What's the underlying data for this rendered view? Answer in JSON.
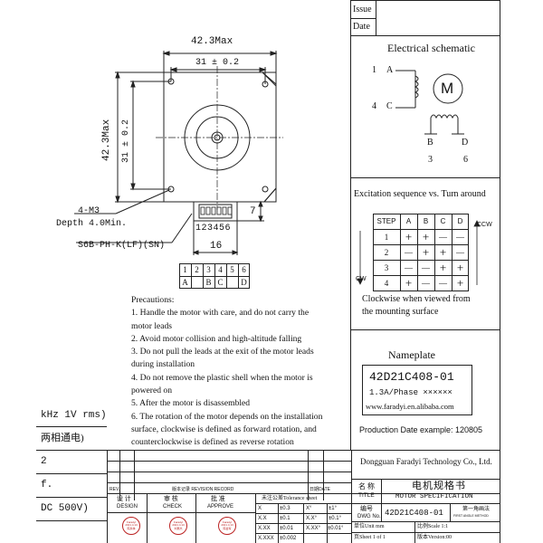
{
  "header": {
    "issue": "Issue",
    "date": "Date"
  },
  "drawing": {
    "dim_width_max": "42.3Max",
    "dim_hole_h": "31 ± 0.2",
    "dim_height_max": "42.3Max",
    "dim_hole_v": "31 ± 0.2",
    "dim_7": "7",
    "dim_16": "16",
    "screw_label": "4-M3",
    "depth_label": "Depth 4.0Min.",
    "connector_label": "S6B-PH-K(LF)(SN)",
    "pin_numbers": "123456",
    "pin_table_top": [
      "1",
      "2",
      "3",
      "4",
      "5",
      "6"
    ],
    "pin_table_bottom": [
      "A",
      "",
      "B",
      "C",
      "",
      "D"
    ]
  },
  "schematic": {
    "title": "Electrical schematic",
    "motor": "M",
    "left_top_num": "1",
    "left_top_letter": "A",
    "left_bot_num": "4",
    "left_bot_letter": "C",
    "bot_left_letter": "B",
    "bot_right_letter": "D",
    "bot_left_num": "3",
    "bot_right_num": "6"
  },
  "excitation": {
    "title": "Excitation sequence vs. Turn around",
    "headers": [
      "STEP",
      "A",
      "B",
      "C",
      "D"
    ],
    "rows": [
      [
        "1",
        "+",
        "+",
        "—",
        "—"
      ],
      [
        "2",
        "—",
        "+",
        "+",
        "—"
      ],
      [
        "3",
        "—",
        "—",
        "+",
        "+"
      ],
      [
        "4",
        "+",
        "—",
        "—",
        "+"
      ]
    ],
    "ccw": "CCW",
    "cw": "CW",
    "note_line1": "Clockwise when viewed from",
    "note_line2": "the mounting surface"
  },
  "precautions": {
    "title": "Precautions:",
    "lines": [
      "1. Handle the motor with care, and do not carry the",
      "motor leads",
      "2. Avoid motor collision and high-altitude falling",
      "3. Do not pull the leads at the exit of the motor leads",
      "during installation",
      "4. Do not remove the plastic shell when the motor is",
      "powered on",
      "5. After the motor is disassembled",
      "6. The rotation of the motor depends on the installation",
      "surface, clockwise is defined as forward rotation, and",
      "counterclockwise is defined as reverse rotation"
    ]
  },
  "nameplate": {
    "title": "Nameplate",
    "model": "42D21C408-01",
    "spec": "1.3A/Phase ××××××",
    "website": "www.faradyi.en.alibaba.com",
    "prod_label": "Production Date example:",
    "prod_value": "120805"
  },
  "left_spec": {
    "line1": "kHz 1V rms)",
    "line2": "两相通电)",
    "line3": "2",
    "line4": "f.",
    "line5": "DC 500V)"
  },
  "titleblock": {
    "company": "Dongguan Faradyi Technology Co., Ltd.",
    "rev": "REV.",
    "revision_record": "版本记录 REVISION RECORD",
    "date_col": "日期DATE",
    "design_cn": "设 计",
    "design_en": "DESIGN",
    "check_cn": "审 核",
    "check_en": "CHECK",
    "approve_cn": "批 准",
    "approve_en": "APPROVE",
    "tolerance_title": "未注公差Tolerance sheet",
    "tol_rows": [
      [
        "X",
        "±0.3",
        "X°",
        "±1°"
      ],
      [
        "X.X",
        "±0.1",
        "X.X°",
        "±0.1°"
      ],
      [
        "X.XX",
        "±0.01",
        "X.XX°",
        "±0.01°"
      ],
      [
        "X.XXX",
        "±0.002",
        "",
        ""
      ]
    ],
    "name_cn": "名 称",
    "title_en": "TITLE",
    "title_cn": "电机规格书",
    "title_spec": "MOTOR SPECIFICATION",
    "dwg_cn": "编号",
    "dwg_en": "DWG No.",
    "dwg_value": "42D21C408-01",
    "first_angle_cn": "第一角画法",
    "first_angle_en": "FIRST ANGLE METHOD",
    "unit": "单位Unit mm",
    "scale": "比例Scale 1:1",
    "sheet": "页Sheet 1 of 1",
    "version": "版本Version:00",
    "stamp_name": "Faradyi",
    "stamp_date": "2021.4.13",
    "stamp1": "陈永林",
    "stamp2": "刘豪杰",
    "stamp3": "陈会军"
  }
}
